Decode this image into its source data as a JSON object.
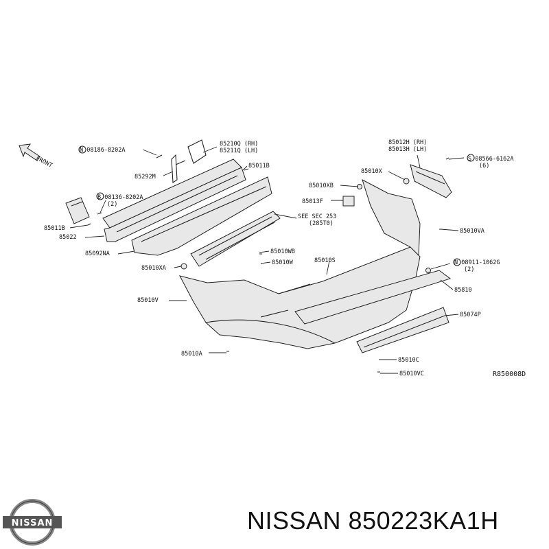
{
  "diagram": {
    "front_label": "FRONT",
    "reference_code": "R850008D",
    "callouts": [
      {
        "id": "c1",
        "text": "N 08186-8202A"
      },
      {
        "id": "c2",
        "text": "85210Q (RH)"
      },
      {
        "id": "c3",
        "text": "85211Q (LH)"
      },
      {
        "id": "c4",
        "text": "85011B"
      },
      {
        "id": "c5",
        "text": "85292M"
      },
      {
        "id": "c6",
        "text": "B 08136-8202A"
      },
      {
        "id": "c7",
        "text": "(2)"
      },
      {
        "id": "c8",
        "text": "85011B"
      },
      {
        "id": "c9",
        "text": "85022"
      },
      {
        "id": "c10",
        "text": "85092NA"
      },
      {
        "id": "c11",
        "text": "SEE SEC 253"
      },
      {
        "id": "c12",
        "text": "(285T0)"
      },
      {
        "id": "c13",
        "text": "85010WB"
      },
      {
        "id": "c14",
        "text": "85010W"
      },
      {
        "id": "c15",
        "text": "85010XA"
      },
      {
        "id": "c16",
        "text": "85010V"
      },
      {
        "id": "c17",
        "text": "85010S"
      },
      {
        "id": "c18",
        "text": "85010A"
      },
      {
        "id": "c19",
        "text": "85012H (RH)"
      },
      {
        "id": "c20",
        "text": "85013H (LH)"
      },
      {
        "id": "c21",
        "text": "85010X"
      },
      {
        "id": "c22",
        "text": "S 08566-6162A"
      },
      {
        "id": "c23",
        "text": "(6)"
      },
      {
        "id": "c24",
        "text": "85010XB"
      },
      {
        "id": "c25",
        "text": "85013F"
      },
      {
        "id": "c26",
        "text": "85010VA"
      },
      {
        "id": "c27",
        "text": "N 08911-1062G"
      },
      {
        "id": "c28",
        "text": "(2)"
      },
      {
        "id": "c29",
        "text": "85810"
      },
      {
        "id": "c30",
        "text": "85074P"
      },
      {
        "id": "c31",
        "text": "85010C"
      },
      {
        "id": "c32",
        "text": "85010VC"
      }
    ]
  },
  "brand": {
    "logo_text": "NISSAN",
    "caption": "NISSAN 850223KA1H"
  }
}
